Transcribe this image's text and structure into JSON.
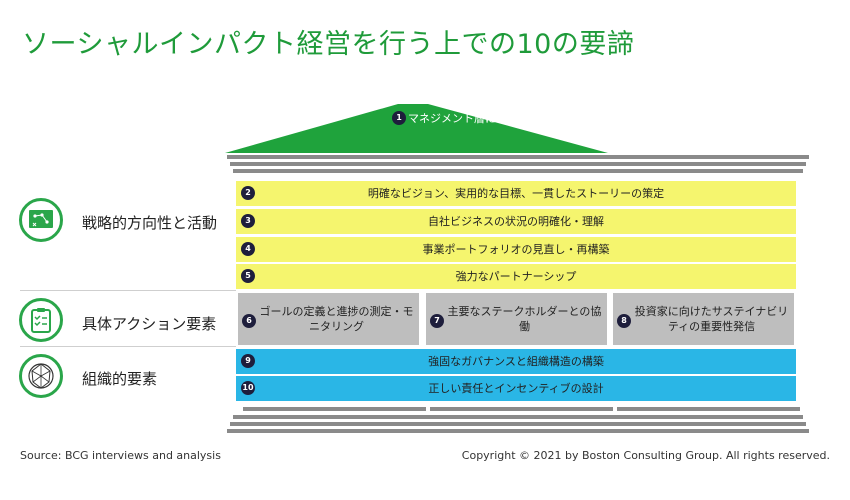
{
  "title": "ソーシャルインパクト経営を行う上での10の要諦",
  "roof": {
    "number": "1",
    "label": "マネジメント層による強いリーダーシップ"
  },
  "categories": [
    {
      "label": "戦略的方向性と活動",
      "icon": "strategy-board-icon"
    },
    {
      "label": "具体アクション要素",
      "icon": "checklist-icon"
    },
    {
      "label": "組織的要素",
      "icon": "network-globe-icon"
    }
  ],
  "strategy_bars": [
    {
      "number": "2",
      "label": "明確なビジョン、実用的な目標、一貫したストーリーの策定"
    },
    {
      "number": "3",
      "label": "自社ビジネスの状況の明確化・理解"
    },
    {
      "number": "4",
      "label": "事業ポートフォリオの見直し・再構築"
    },
    {
      "number": "5",
      "label": "強力なパートナーシップ"
    }
  ],
  "action_pillars": [
    {
      "number": "6",
      "label": "ゴールの定義と進捗の測定・モニタリング"
    },
    {
      "number": "7",
      "label": "主要なステークホルダーとの協働"
    },
    {
      "number": "8",
      "label": "投資家に向けたサステイナビリティの重要性発信"
    }
  ],
  "organization_bars": [
    {
      "number": "9",
      "label": "強固なガバナンスと組織構造の構築"
    },
    {
      "number": "10",
      "label": "正しい責任とインセンティブの設計"
    }
  ],
  "footer": {
    "source": "Source: BCG interviews and analysis",
    "copyright": "Copyright © 2021 by Boston Consulting Group. All rights reserved."
  },
  "colors": {
    "title": "#1f9b3a",
    "roof": "#1fa33c",
    "strategy": "#f5f56e",
    "action": "#bebebe",
    "organization": "#2ab6e6",
    "badge": "#1e1e3c"
  }
}
